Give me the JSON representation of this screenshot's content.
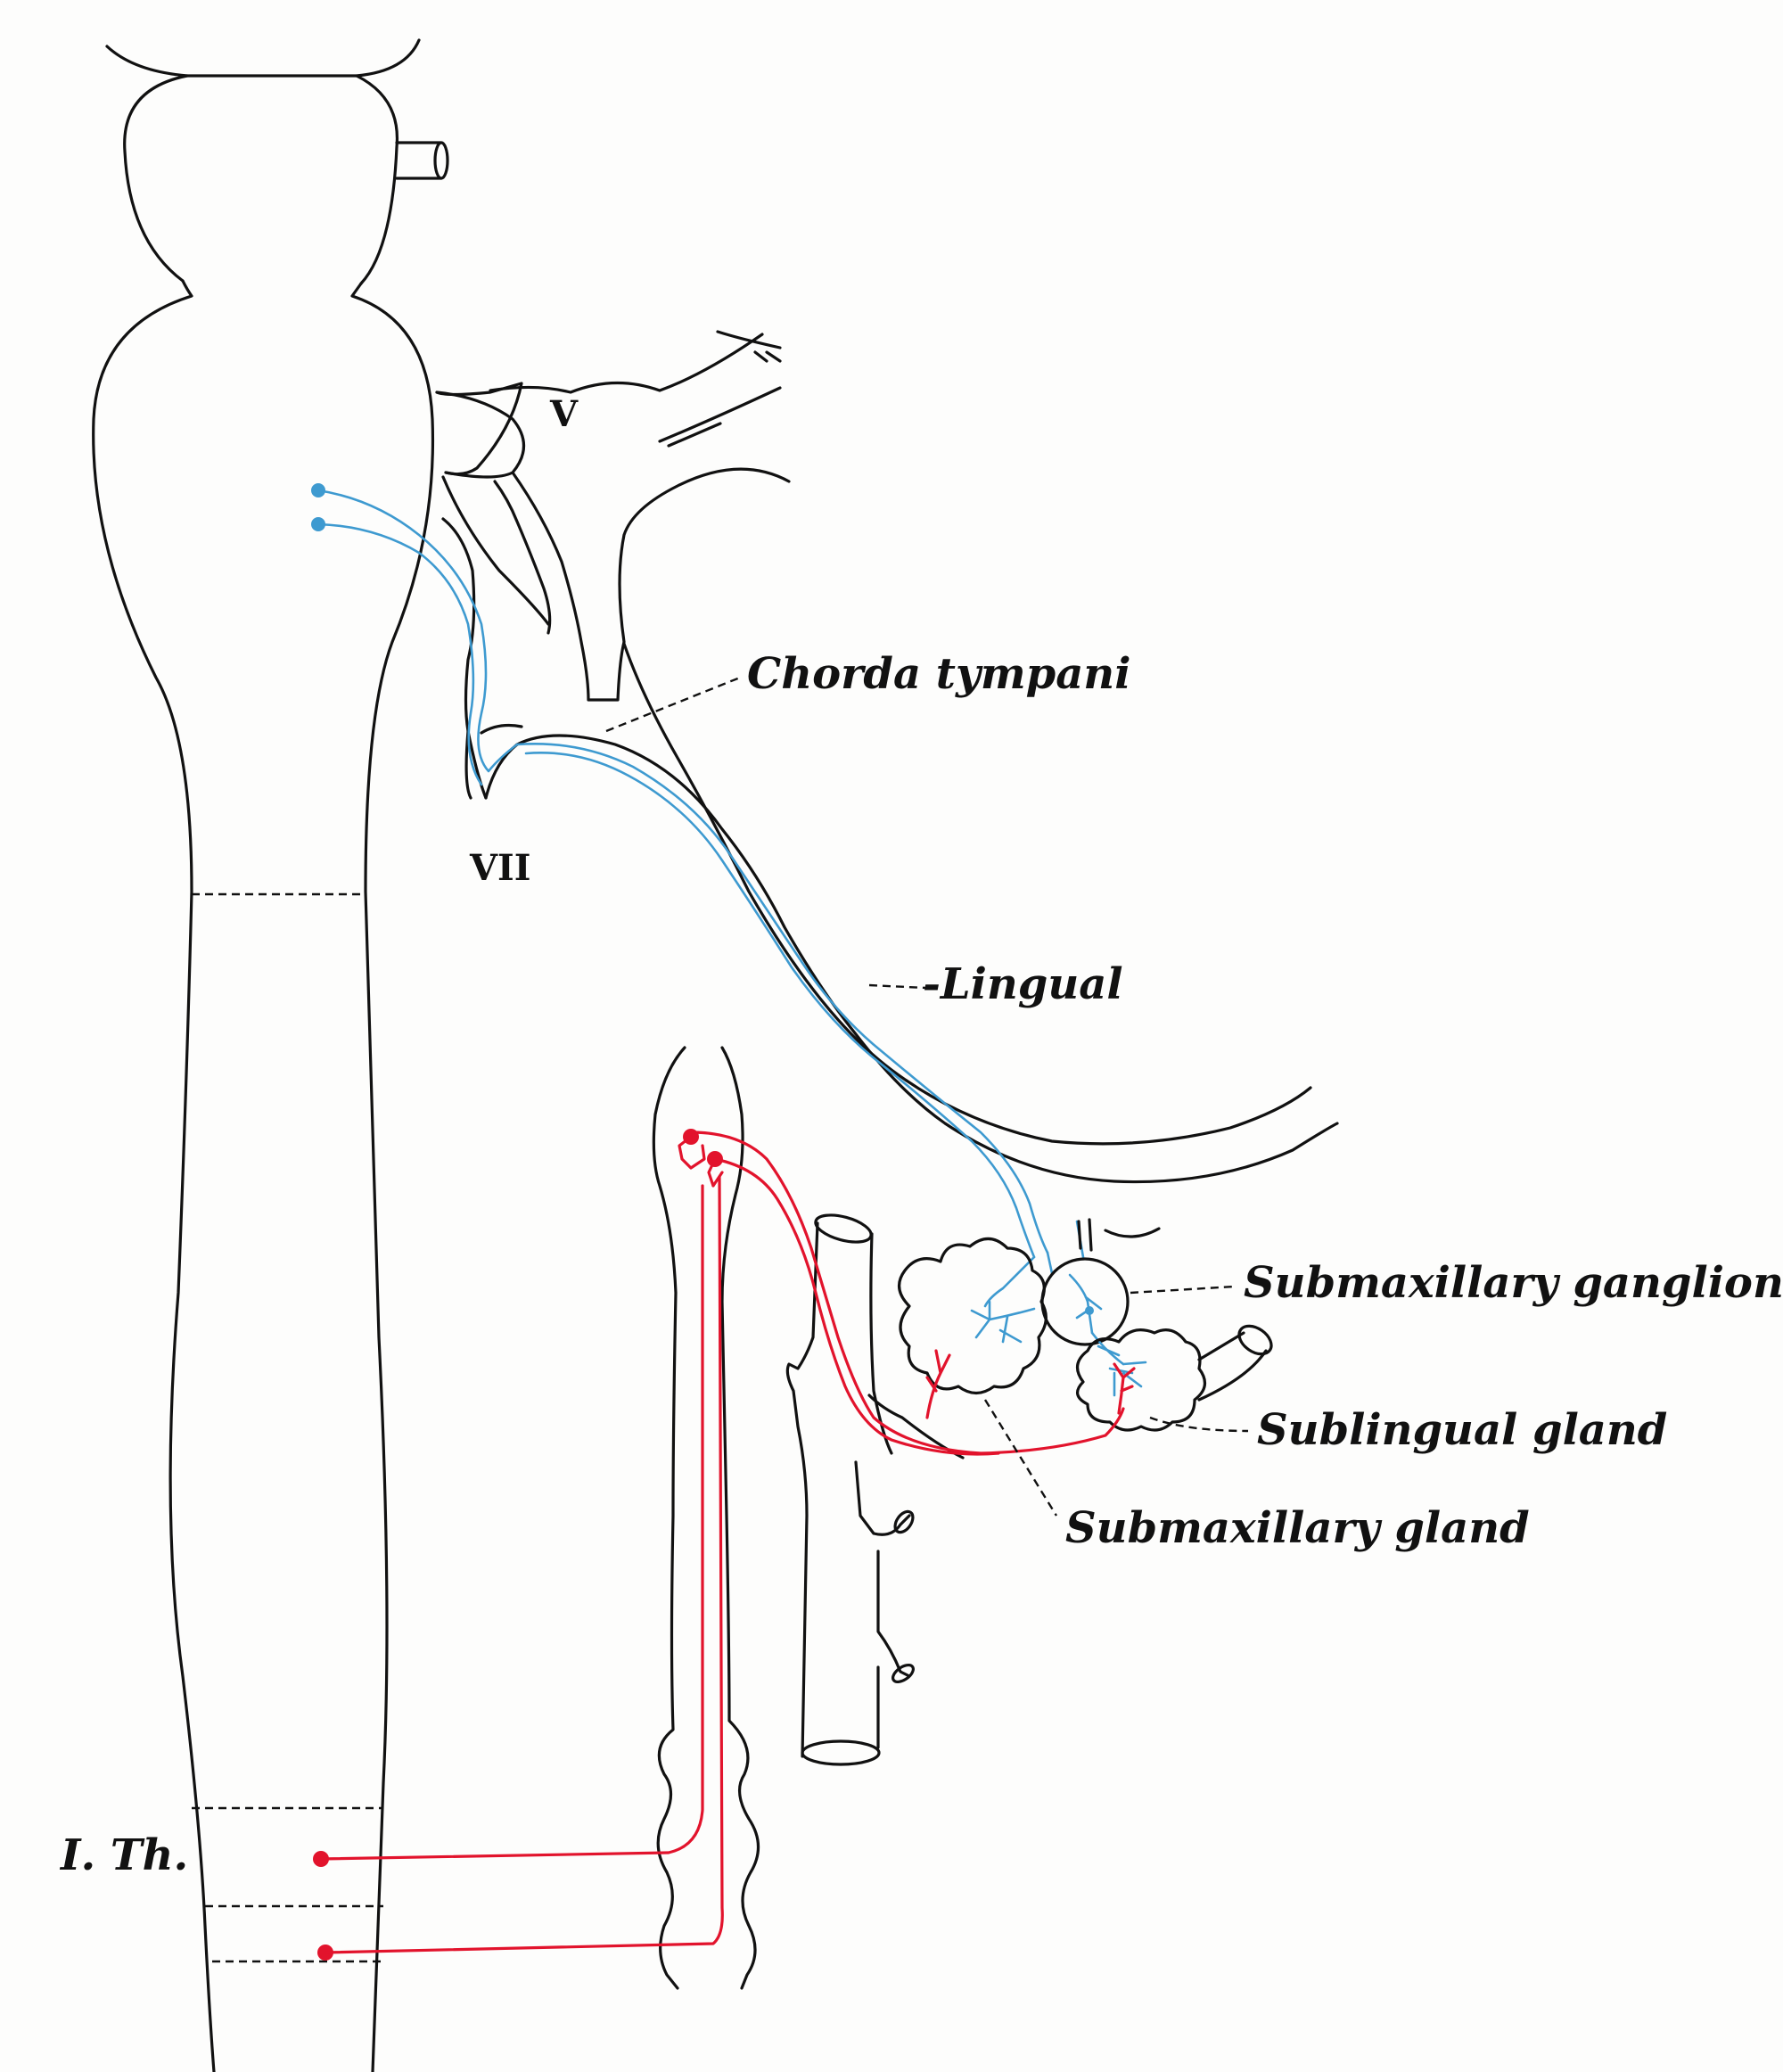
{
  "labels": {
    "cn_v": "V",
    "cn_vii": "VII",
    "chorda_tympani": "Chorda tympani",
    "lingual": "-Lingual",
    "submaxillary_ganglion": "Submaxillary ganglion",
    "sublingual_gland": "Sublingual gland",
    "submaxillary_gland": "Submaxillary gland",
    "first_thoracic": "I. Th."
  },
  "colors": {
    "outline": "#111111",
    "parasympathetic_fibers": "#3e9ad0",
    "sympathetic_fibers": "#e2132c",
    "background": "#fdfdfc"
  }
}
